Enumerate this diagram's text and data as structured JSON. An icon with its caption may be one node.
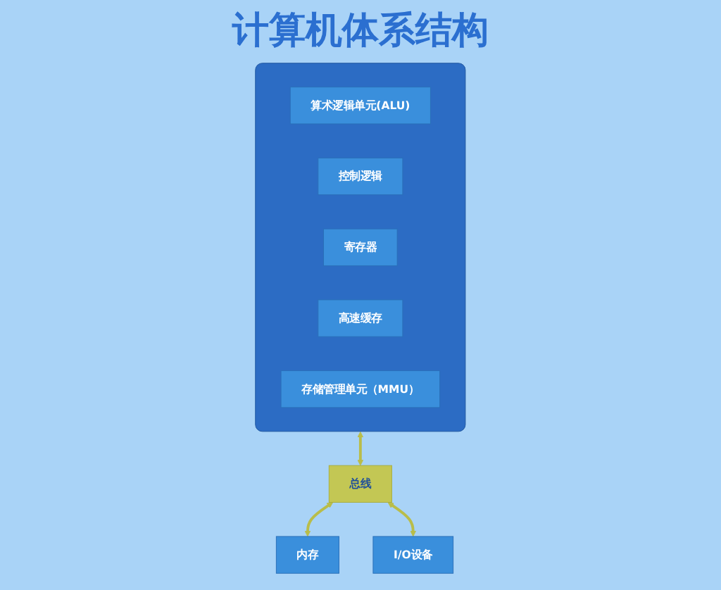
{
  "diagram": {
    "title": "计算机体系结构",
    "nodes": [
      {
        "text": [],
        "shape": "box"
      },
      {
        "text": [
          "算术逻辑单元(ALU)"
        ],
        "in": 0
      },
      {
        "text": [
          "控制逻辑"
        ],
        "in": 0
      },
      {
        "text": [
          "寄存器"
        ],
        "in": 0
      },
      {
        "text": [
          "高速缓存"
        ],
        "in": 0
      },
      {
        "text": [
          "存储管理单元（MMU）"
        ],
        "in": 0
      },
      {
        "text": [
          "总线"
        ]
      },
      {
        "text": [
          "内存"
        ]
      },
      {
        "text": [
          "I/O设备"
        ]
      }
    ],
    "edges": [
      {
        "from": 0,
        "to": 6,
        "arrow": "both"
      },
      {
        "from": 6,
        "to": 7,
        "arrow": "both"
      },
      {
        "from": 6,
        "to": 8,
        "arrow": "both"
      }
    ]
  }
}
